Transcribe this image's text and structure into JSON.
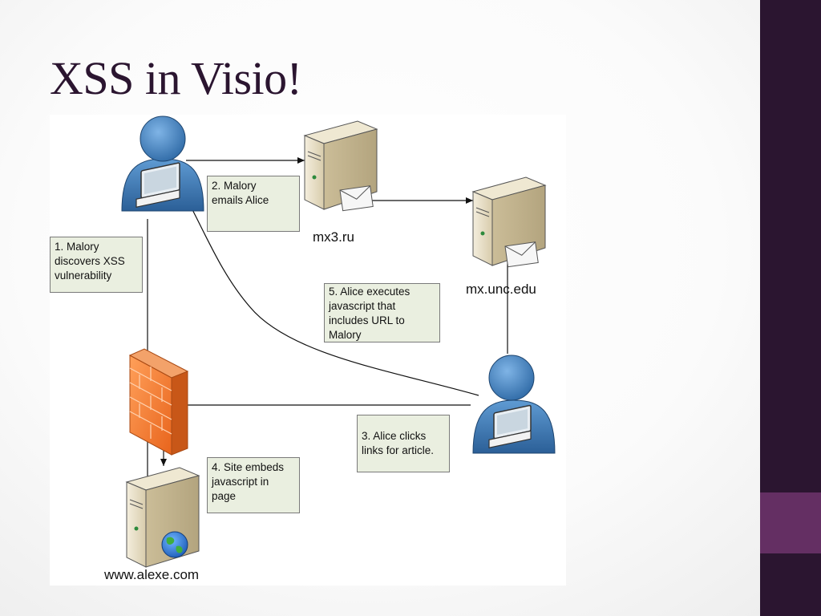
{
  "slide": {
    "title": "XSS in Visio!",
    "colors": {
      "sidebar": "#2b1530",
      "sidebar_accent": "#642f63",
      "title": "#2b1530"
    }
  },
  "diagram": {
    "nodes": {
      "malory": {
        "icon": "user-laptop-icon"
      },
      "alice": {
        "icon": "user-laptop-icon"
      },
      "mx3": {
        "icon": "mail-server-icon",
        "label": "mx3.ru"
      },
      "unc": {
        "icon": "mail-server-icon",
        "label": "mx.unc.edu"
      },
      "firewall": {
        "icon": "firewall-icon"
      },
      "alexe": {
        "icon": "web-server-icon",
        "label": "www.alexe.com"
      }
    },
    "notes": {
      "step1": "1. Malory\ndiscovers XSS\nvulnerability",
      "step2": "2. Malory\nemails Alice",
      "step3": "3. Alice clicks\nlinks for article.",
      "step4": "4. Site embeds\njavascript in\npage",
      "step5": "5. Alice executes\njavascript that\nincludes URL to\nMalory"
    },
    "colors": {
      "note_fill": "#eaefe0",
      "user": "#3a78b4",
      "server": "#e8dfc8",
      "firewall": "#f07a30"
    }
  }
}
